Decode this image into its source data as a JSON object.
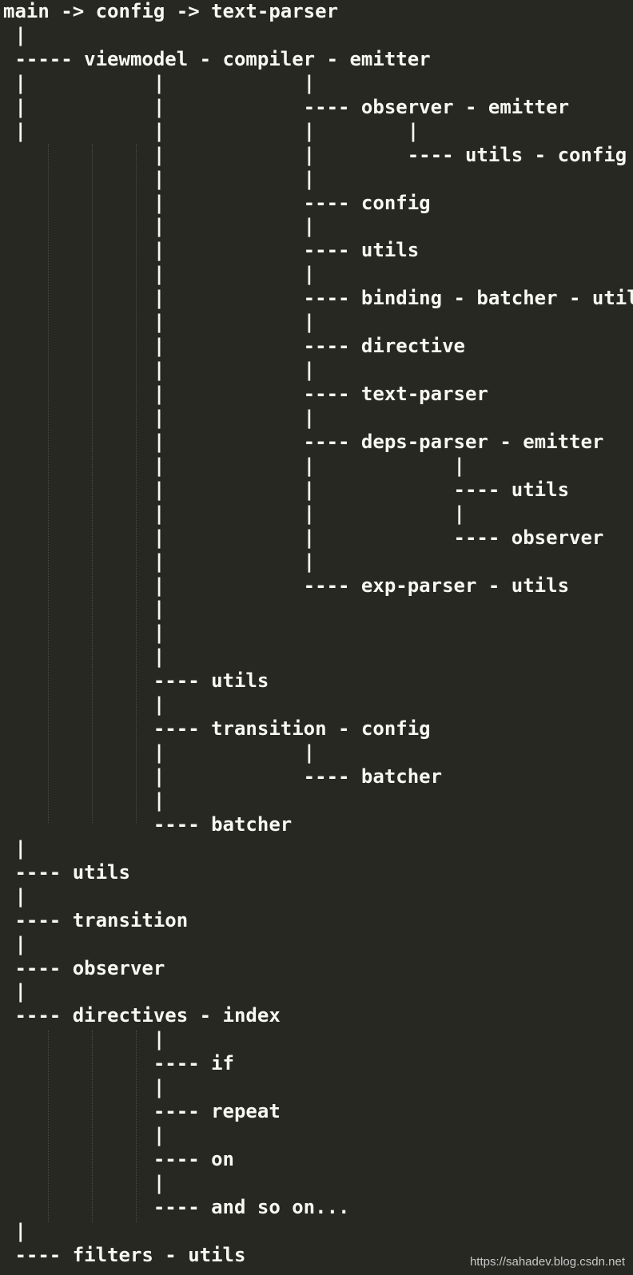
{
  "code_lines": [
    "main -> config -> text-parser",
    " |",
    " ----- viewmodel - compiler - emitter",
    " |           |            |",
    " |           |            ---- observer - emitter",
    " |           |            |        |",
    "             |            |        ---- utils - config",
    "             |            |",
    "             |            ---- config",
    "             |            |",
    "             |            ---- utils",
    "             |            |",
    "             |            ---- binding - batcher - utils",
    "             |            |",
    "             |            ---- directive",
    "             |            |",
    "             |            ---- text-parser",
    "             |            |",
    "             |            ---- deps-parser - emitter",
    "             |            |            |",
    "             |            |            ---- utils",
    "             |            |            |",
    "             |            |            ---- observer",
    "             |            |",
    "             |            ---- exp-parser - utils",
    "             |",
    "             |",
    "             |",
    "             ---- utils",
    "             |",
    "             ---- transition - config",
    "             |            |",
    "             |            ---- batcher",
    "             |",
    "             ---- batcher",
    " |",
    " ---- utils",
    " |",
    " ---- transition",
    " |",
    " ---- observer",
    " |",
    " ---- directives - index",
    "             |",
    "             ---- if",
    "             |",
    "             ---- repeat",
    "             |",
    "             ---- on",
    "             |",
    "             ---- and so on...",
    " |",
    " ---- filters - utils"
  ],
  "watermark": "https://sahadev.blog.csdn.net"
}
